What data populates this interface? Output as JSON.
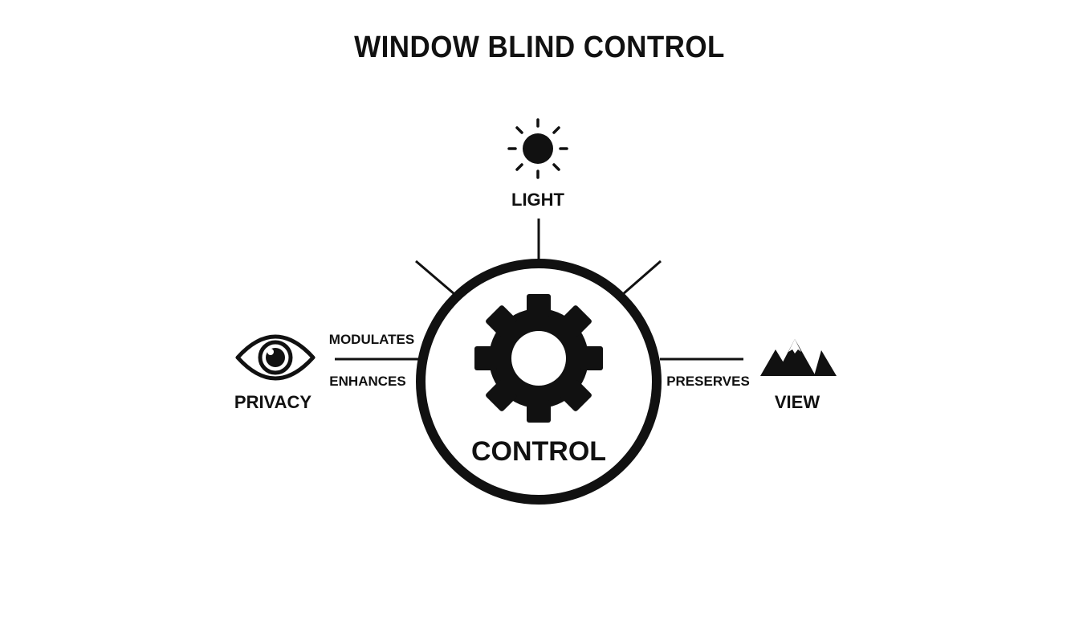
{
  "title": "WINDOW BLIND CONTROL",
  "center": {
    "label": "CONTROL",
    "icon": "gear-icon"
  },
  "nodes": {
    "top": {
      "label": "LIGHT",
      "icon": "sun-icon"
    },
    "left": {
      "label": "PRIVACY",
      "icon": "eye-icon"
    },
    "right": {
      "label": "VIEW",
      "icon": "mountain-icon"
    }
  },
  "edges": {
    "left_upper": "MODULATES",
    "left_lower": "ENHANCES",
    "right_lower": "PRESERVES"
  },
  "colors": {
    "foreground": "#111111",
    "background": "#ffffff"
  }
}
